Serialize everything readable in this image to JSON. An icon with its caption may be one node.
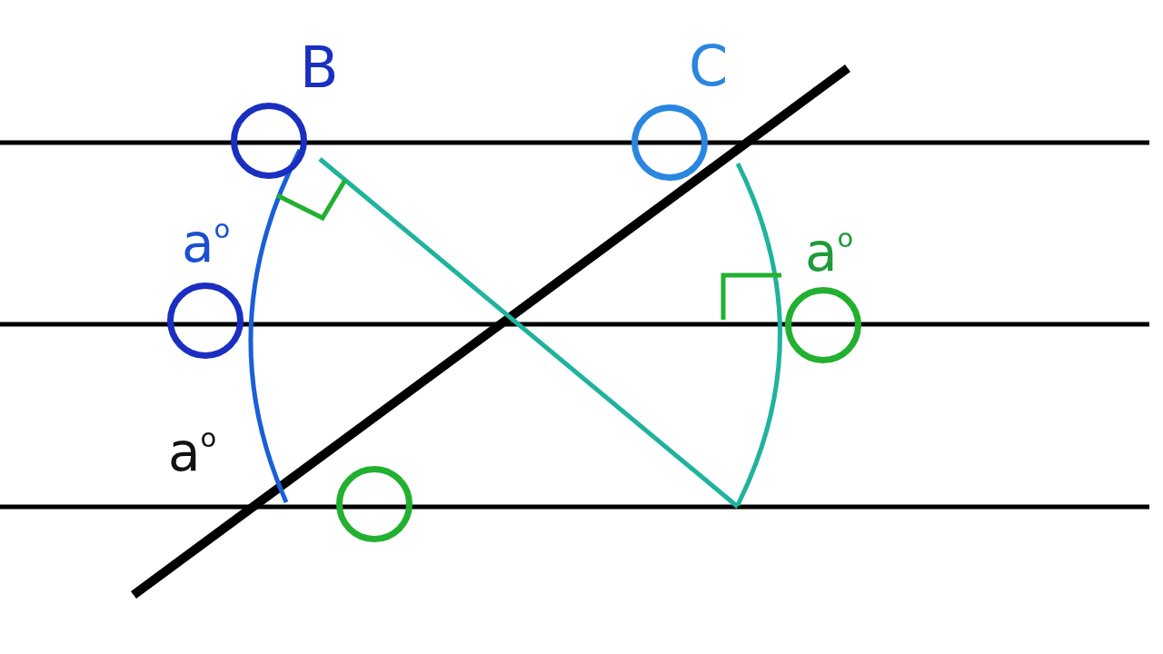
{
  "diagram": {
    "nodes": [
      {
        "text": [],
        "shape": "circle"
      },
      {
        "text": [],
        "shape": "circle"
      },
      {
        "text": [],
        "shape": "circle"
      },
      {
        "text": [],
        "shape": "circle"
      },
      {
        "text": [],
        "shape": "circle"
      }
    ],
    "labels": [
      "B",
      "C",
      "a$^{o}$",
      "a$^{o}$",
      "a$^{o}$"
    ]
  }
}
